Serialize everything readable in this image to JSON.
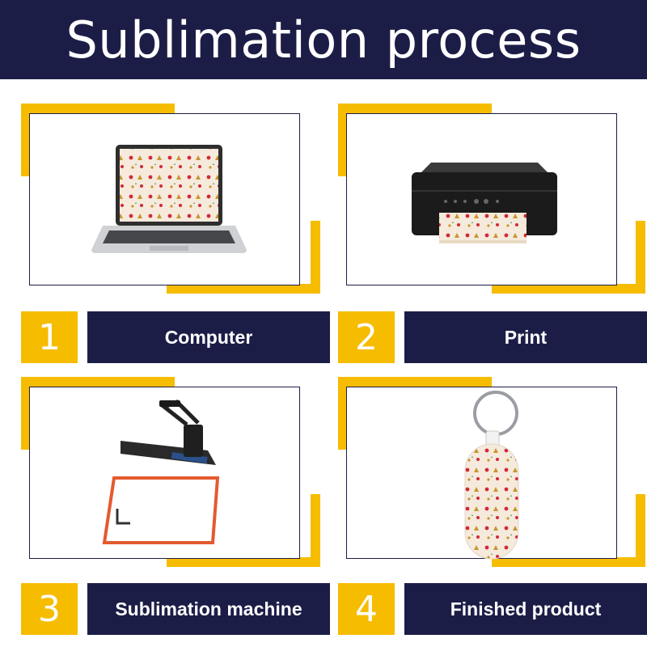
{
  "header": {
    "title": "Sublimation process"
  },
  "steps": [
    {
      "number": "1",
      "label": "Computer",
      "image": "laptop-illustration"
    },
    {
      "number": "2",
      "label": "Print",
      "image": "printer-illustration"
    },
    {
      "number": "3",
      "label": "Sublimation machine",
      "image": "heat-press-illustration"
    },
    {
      "number": "4",
      "label": "Finished product",
      "image": "keychain-illustration"
    }
  ],
  "colors": {
    "navy": "#1c1d47",
    "yellow": "#f6bc00",
    "white": "#ffffff",
    "pattern": "#f5eadb"
  }
}
